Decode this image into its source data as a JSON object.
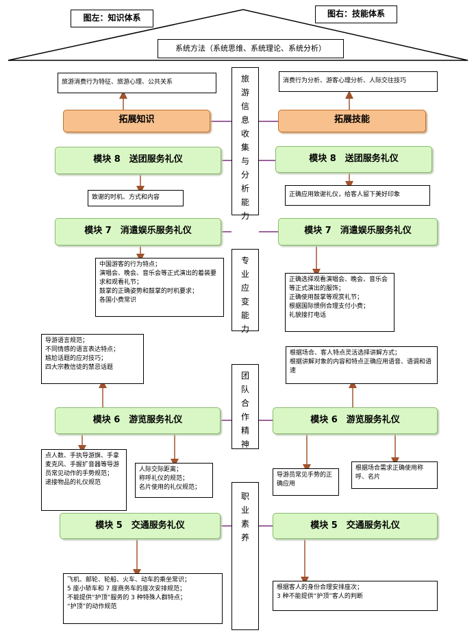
{
  "header": {
    "left_title": "图左：知识体系",
    "right_title": "图右：技能体系",
    "system_method": "系统方法（系统思维、系统理论、系统分析）"
  },
  "center_column": [
    "旅游信息收集与分析能力",
    "专业应变能力",
    "团队合作精神",
    "职业素养"
  ],
  "left": {
    "top_note": "旅游消费行为特征、旅游心理、公共关系",
    "extend": "拓展知识",
    "m8": {
      "title": "模块 8　送团服务礼仪",
      "note": "致谢的时机、方式和内容"
    },
    "m7": {
      "title": "模块 7　消遣娱乐服务礼仪",
      "note": "中国游客的行为特点；\n演唱会、晚会、音乐会等正式演出的着装要求和观看礼节；\n鼓掌的正确姿势和鼓掌的时机要求；\n各国小费常识"
    },
    "m6": {
      "title": "模块 6　游览服务礼仪",
      "note_up": "导游语言规范；\n不同情感的语言表达特点；\n尴尬话题的应对技巧；\n四大宗教信徒的禁忌话题",
      "note_down_left": "点人数、手执导游旗、手拿麦克风、手握扩音器等导游员常见动作的手势规范；\n递接物品的礼仪规范",
      "note_down_right": "人际交际距离；\n称呼礼仪的规范；\n名片使用的礼仪规范；"
    },
    "m5": {
      "title": "模块 5　交通服务礼仪",
      "note": "飞机、邮轮、轮船、火车、动车的乘坐常识；\n5 座小轿车和 7 座商务车的座次安排规范；\n不能提供“护顶”服务的 3 种特殊人群特点；\n“护顶”的动作规范"
    }
  },
  "right": {
    "top_note": "消费行为分析、游客心理分析、人际交往技巧",
    "extend": "拓展技能",
    "m8": {
      "title": "模块 8　送团服务礼仪",
      "note": "正确应用致谢礼仪，给客人留下美好印象"
    },
    "m7": {
      "title": "模块 7　消遣娱乐服务礼仪",
      "note": "正确选择观看演唱会、晚会、音乐会等正式演出的服饰；\n正确使用鼓掌等观赏礼节；\n根据国际惯例合理支付小费；\n礼貌接打电话"
    },
    "m6": {
      "title": "模块 6　游览服务礼仪",
      "note_up": "根据场合、客人特点灵活选择讲解方式；\n根据讲解对象的内容和特点正确应用语音、语调和语速",
      "note_down_left": "导游员常见手势的正确应用",
      "note_down_right": "根据场合需求正确使用称呼、名片"
    },
    "m5": {
      "title": "模块 5　交通服务礼仪",
      "note": "根据客人的身份合理安排座次；\n3 种不能提供“护顶”客人的判断"
    }
  },
  "colors": {
    "module_fill": "#d9f7c5",
    "module_border": "#8ab86e",
    "extend_fill": "#f8c08c",
    "extend_border": "#c0742f",
    "arrow": "#a0522d",
    "connector": "#7b2f7b"
  }
}
